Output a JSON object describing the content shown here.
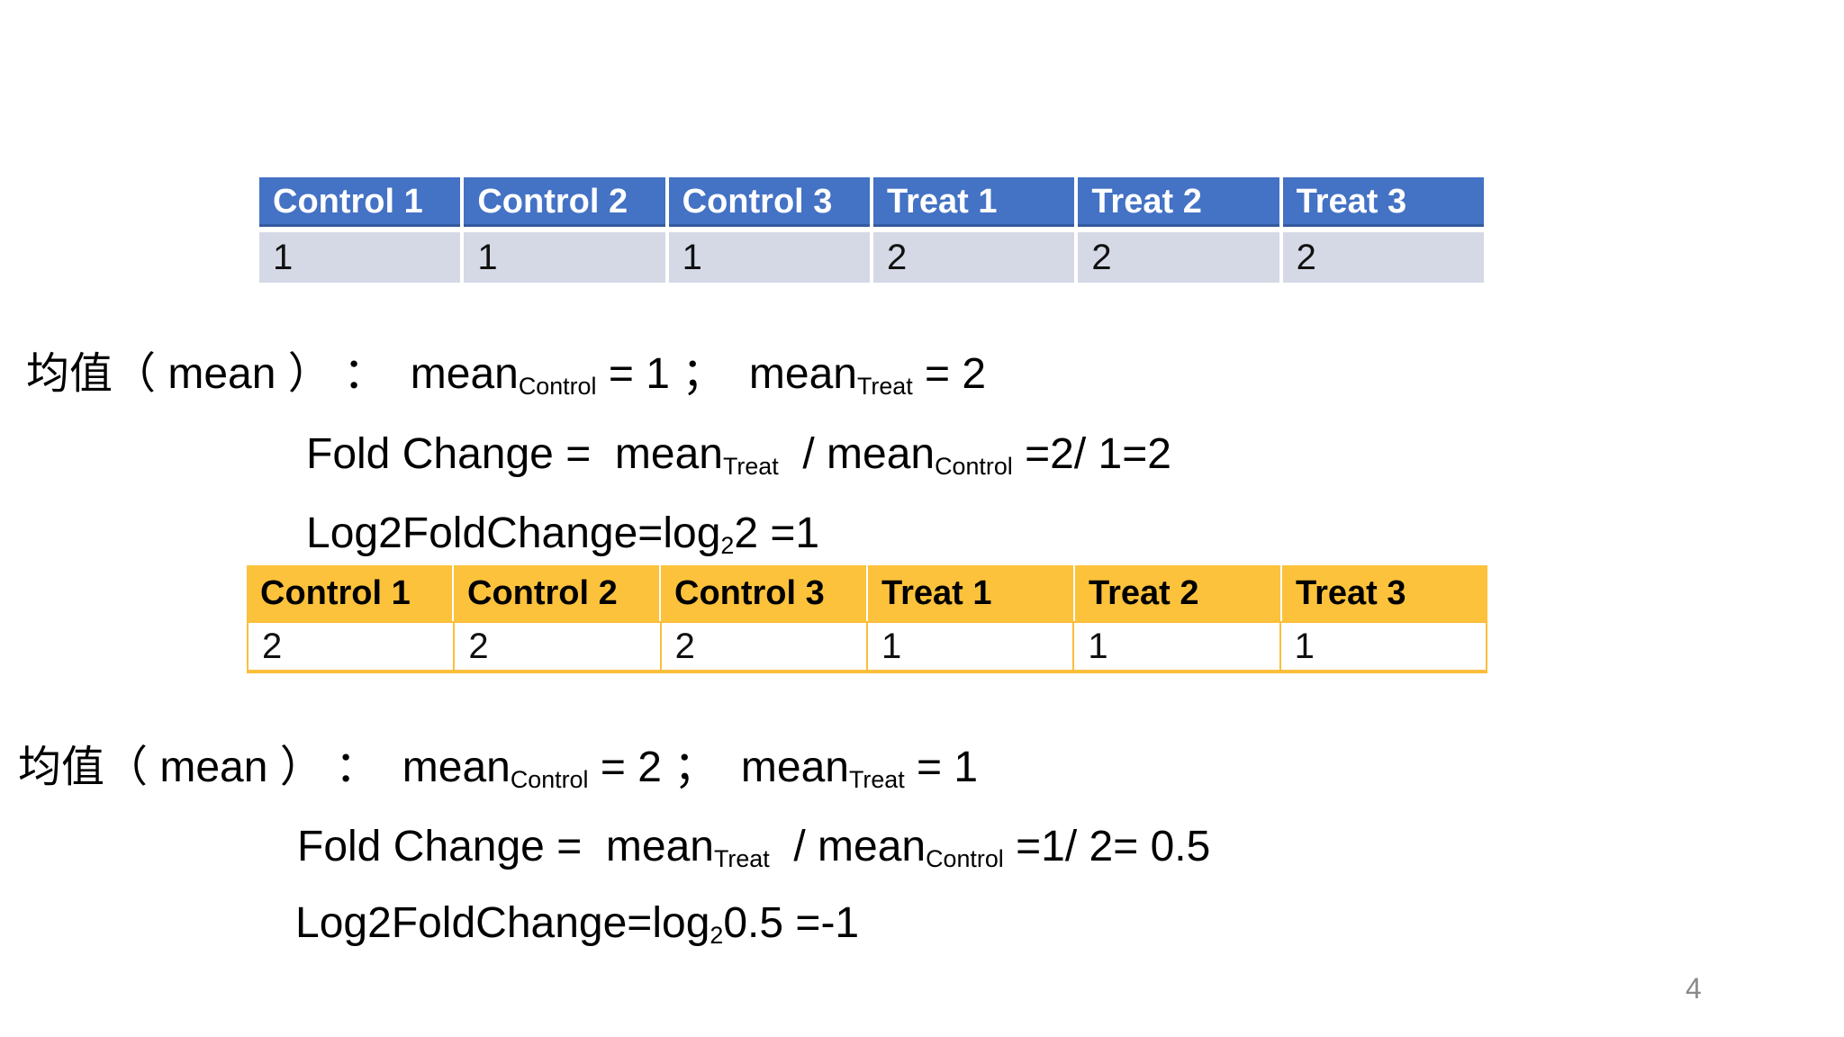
{
  "page": {
    "number": "4",
    "number_color": "#8A8A8A",
    "background": "#FFFFFF"
  },
  "tables": [
    {
      "id": "samples-up",
      "headers": [
        "Control 1",
        "Control 2",
        "Control 3",
        "Treat 1",
        "Treat 2",
        "Treat 3"
      ],
      "values": [
        "1",
        "1",
        "1",
        "2",
        "2",
        "2"
      ],
      "header_bg": "#4472C4",
      "header_text_color": "#FFFFFF",
      "row_bg": "#D5D9E6",
      "row_text_color": "#111111",
      "gap_color": "#FFFFFF"
    },
    {
      "id": "samples-down",
      "headers": [
        "Control 1",
        "Control 2",
        "Control 3",
        "Treat 1",
        "Treat 2",
        "Treat 3"
      ],
      "values": [
        "2",
        "2",
        "2",
        "1",
        "1",
        "1"
      ],
      "header_bg": "#FCC23C",
      "header_text_color": "#000000",
      "row_bg": "#FFFFFF",
      "row_text_color": "#111111",
      "border_color": "#FBBE3B"
    }
  ],
  "formulas": [
    {
      "id": "block1-mean",
      "runs": [
        {
          "text": "均值（ mean ） ：  "
        },
        {
          "text": "mean"
        },
        {
          "text": "Control",
          "sub": true
        },
        {
          "text": " = 1 ；  "
        },
        {
          "text": "mean"
        },
        {
          "text": "Treat",
          "sub": true
        },
        {
          "text": " = 2"
        }
      ]
    },
    {
      "id": "block1-fold",
      "runs": [
        {
          "text": "Fold Change =  "
        },
        {
          "text": "mean"
        },
        {
          "text": "Treat",
          "sub": true
        },
        {
          "text": "  / "
        },
        {
          "text": "mean"
        },
        {
          "text": "Control",
          "sub": true
        },
        {
          "text": " =2/ 1=2"
        }
      ]
    },
    {
      "id": "block1-log",
      "runs": [
        {
          "text": "Log2FoldChange=log"
        },
        {
          "text": "2",
          "sub": true
        },
        {
          "text": "2 =1"
        }
      ]
    },
    {
      "id": "block2-mean",
      "runs": [
        {
          "text": "均值（ mean ） ：  "
        },
        {
          "text": "mean"
        },
        {
          "text": "Control",
          "sub": true
        },
        {
          "text": " = 2 ；  "
        },
        {
          "text": "mean"
        },
        {
          "text": "Treat",
          "sub": true
        },
        {
          "text": " = 1"
        }
      ]
    },
    {
      "id": "block2-fold",
      "runs": [
        {
          "text": "Fold Change =  "
        },
        {
          "text": "mean"
        },
        {
          "text": "Treat",
          "sub": true
        },
        {
          "text": "  / "
        },
        {
          "text": "mean"
        },
        {
          "text": "Control",
          "sub": true
        },
        {
          "text": " =1/ 2= 0.5"
        }
      ]
    },
    {
      "id": "block2-log",
      "runs": [
        {
          "text": "Log2FoldChange=log"
        },
        {
          "text": "2",
          "sub": true
        },
        {
          "text": "0.5 =-1"
        }
      ]
    }
  ]
}
